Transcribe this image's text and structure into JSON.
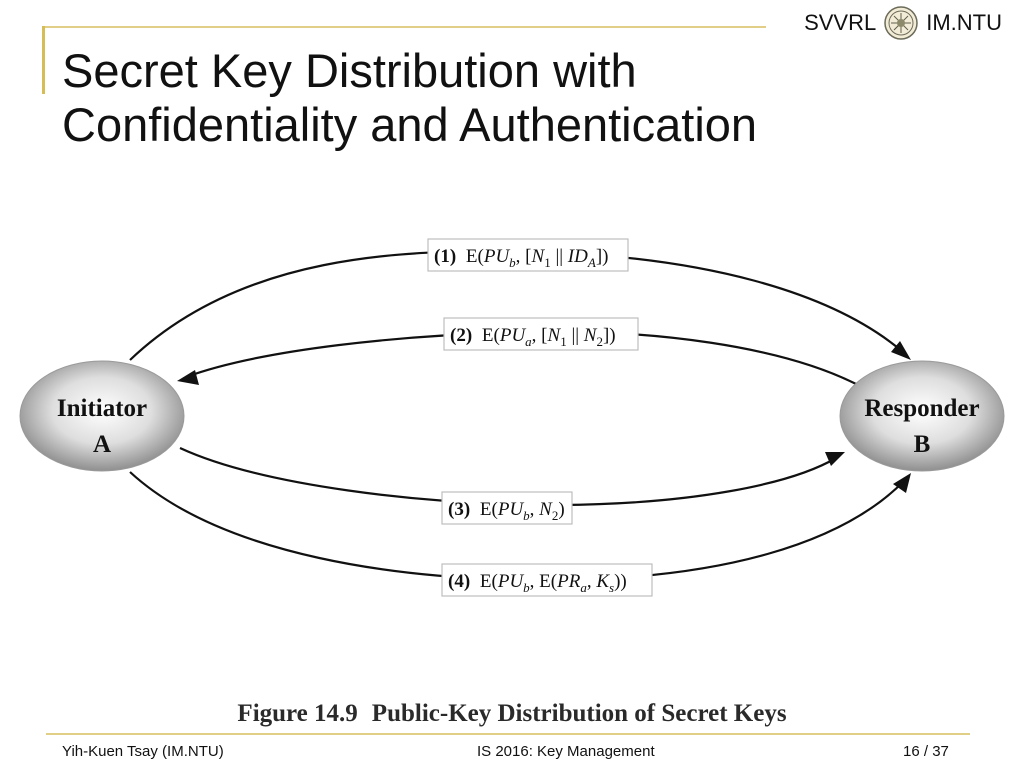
{
  "header": {
    "brand_left": "SVVRL",
    "brand_right": "IM.NTU",
    "title_line1": "Secret Key Distribution with",
    "title_line2": "Confidentiality and Authentication"
  },
  "diagram": {
    "initiator": {
      "line1": "Initiator",
      "line2": "A"
    },
    "responder": {
      "line1": "Responder",
      "line2": "B"
    },
    "messages": [
      {
        "num": "(1)",
        "content": "E(PUb, [N1 || IDA])"
      },
      {
        "num": "(2)",
        "content": "E(PUa, [N1 || N2])"
      },
      {
        "num": "(3)",
        "content": "E(PUb, N2)"
      },
      {
        "num": "(4)",
        "content": "E(PUb, E(PRa, Ks))"
      }
    ],
    "caption_number": "Figure 14.9",
    "caption_text": "Public-Key Distribution of Secret Keys"
  },
  "footer": {
    "author": "Yih-Kuen Tsay (IM.NTU)",
    "course": "IS 2016: Key Management",
    "page": "16",
    "separator": "/",
    "total": "37"
  },
  "colors": {
    "accent_gold": "#d6bd55",
    "rule_gold": "#e2cf87",
    "text": "#111111"
  }
}
